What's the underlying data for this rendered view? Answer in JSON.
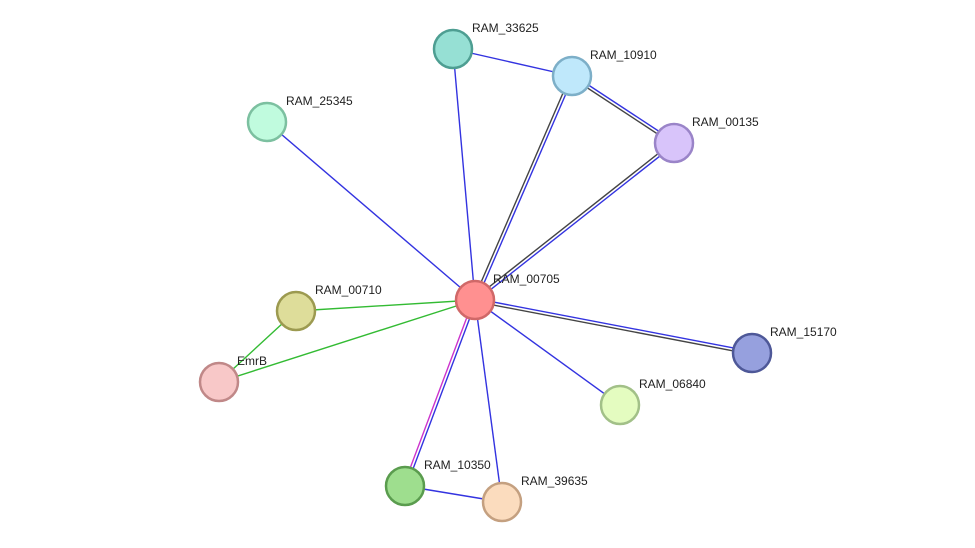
{
  "network": {
    "nodes": [
      {
        "id": "RAM_00705",
        "label": "RAM_00705",
        "fill": "#FF9090",
        "stroke": "#D06868"
      },
      {
        "id": "RAM_33625",
        "label": "RAM_33625",
        "fill": "#96E0D4",
        "stroke": "#4E9E92"
      },
      {
        "id": "RAM_10910",
        "label": "RAM_10910",
        "fill": "#BFE8FB",
        "stroke": "#7DAFC8"
      },
      {
        "id": "RAM_00135",
        "label": "RAM_00135",
        "fill": "#D8C4FA",
        "stroke": "#9A84C8"
      },
      {
        "id": "RAM_25345",
        "label": "RAM_25345",
        "fill": "#C0FBDE",
        "stroke": "#7CC0A0"
      },
      {
        "id": "RAM_00710",
        "label": "RAM_00710",
        "fill": "#DEDD9A",
        "stroke": "#9C9A50"
      },
      {
        "id": "EmrB",
        "label": "EmrB",
        "fill": "#F8C8C8",
        "stroke": "#C08888"
      },
      {
        "id": "RAM_15170",
        "label": "RAM_15170",
        "fill": "#96A0DE",
        "stroke": "#4E5898"
      },
      {
        "id": "RAM_06840",
        "label": "RAM_06840",
        "fill": "#E4FCC0",
        "stroke": "#A2C088"
      },
      {
        "id": "RAM_10350",
        "label": "RAM_10350",
        "fill": "#9EDE8E",
        "stroke": "#5A9C4E"
      },
      {
        "id": "RAM_39635",
        "label": "RAM_39635",
        "fill": "#FBDCBE",
        "stroke": "#C4A080"
      }
    ],
    "edges": [
      {
        "source": "RAM_33625",
        "target": "RAM_10910",
        "colors": [
          "#3333E0"
        ]
      },
      {
        "source": "RAM_10910",
        "target": "RAM_00135",
        "colors": [
          "#3333E0",
          "#444444"
        ]
      },
      {
        "source": "RAM_33625",
        "target": "RAM_00705",
        "colors": [
          "#3333E0"
        ]
      },
      {
        "source": "RAM_10910",
        "target": "RAM_00705",
        "colors": [
          "#3333E0",
          "#444444"
        ]
      },
      {
        "source": "RAM_00135",
        "target": "RAM_00705",
        "colors": [
          "#3333E0",
          "#444444"
        ]
      },
      {
        "source": "RAM_25345",
        "target": "RAM_00705",
        "colors": [
          "#3333E0"
        ]
      },
      {
        "source": "RAM_00710",
        "target": "RAM_00705",
        "colors": [
          "#33BB33"
        ]
      },
      {
        "source": "EmrB",
        "target": "RAM_00705",
        "colors": [
          "#33BB33"
        ]
      },
      {
        "source": "RAM_00710",
        "target": "EmrB",
        "colors": [
          "#33BB33"
        ]
      },
      {
        "source": "RAM_00705",
        "target": "RAM_15170",
        "colors": [
          "#3333E0",
          "#444444"
        ]
      },
      {
        "source": "RAM_00705",
        "target": "RAM_06840",
        "colors": [
          "#3333E0"
        ]
      },
      {
        "source": "RAM_00705",
        "target": "RAM_10350",
        "colors": [
          "#3333E0",
          "#CC33CC"
        ]
      },
      {
        "source": "RAM_00705",
        "target": "RAM_39635",
        "colors": [
          "#3333E0"
        ]
      },
      {
        "source": "RAM_10350",
        "target": "RAM_39635",
        "colors": [
          "#3333E0"
        ]
      }
    ]
  }
}
